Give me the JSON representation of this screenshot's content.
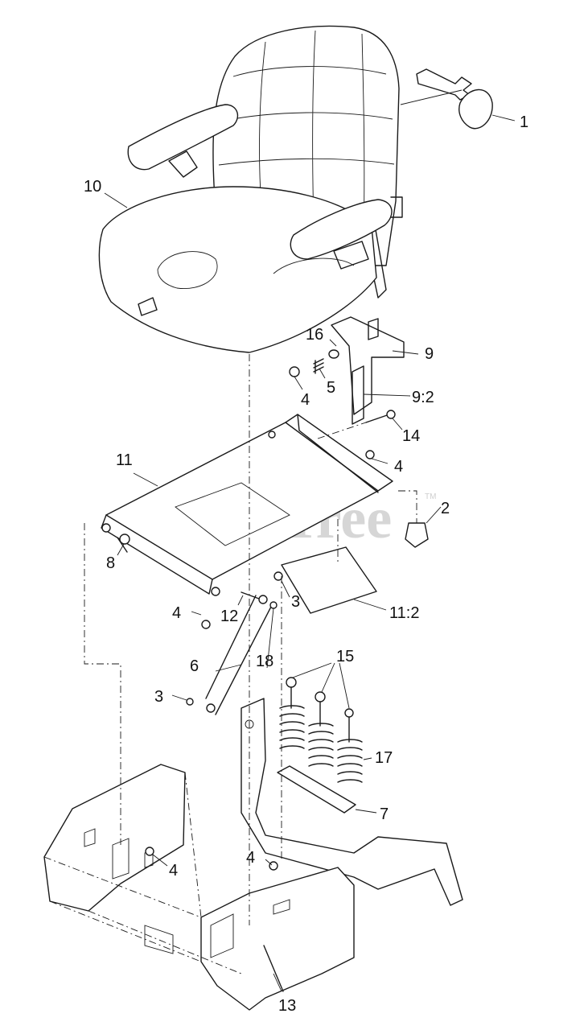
{
  "watermark": {
    "text": "PartsTree",
    "trademark": "TM"
  },
  "callouts": {
    "c1": "1",
    "c2": "2",
    "c3a": "3",
    "c3b": "3",
    "c4a": "4",
    "c4b": "4",
    "c4c": "4",
    "c4d": "4",
    "c4e": "4",
    "c5": "5",
    "c6": "6",
    "c7": "7",
    "c8": "8",
    "c9": "9",
    "c92": "9:2",
    "c10": "10",
    "c11": "11",
    "c112": "11:2",
    "c12": "12",
    "c13": "13",
    "c14": "14",
    "c15": "15",
    "c16": "16",
    "c17": "17",
    "c18": "18"
  }
}
